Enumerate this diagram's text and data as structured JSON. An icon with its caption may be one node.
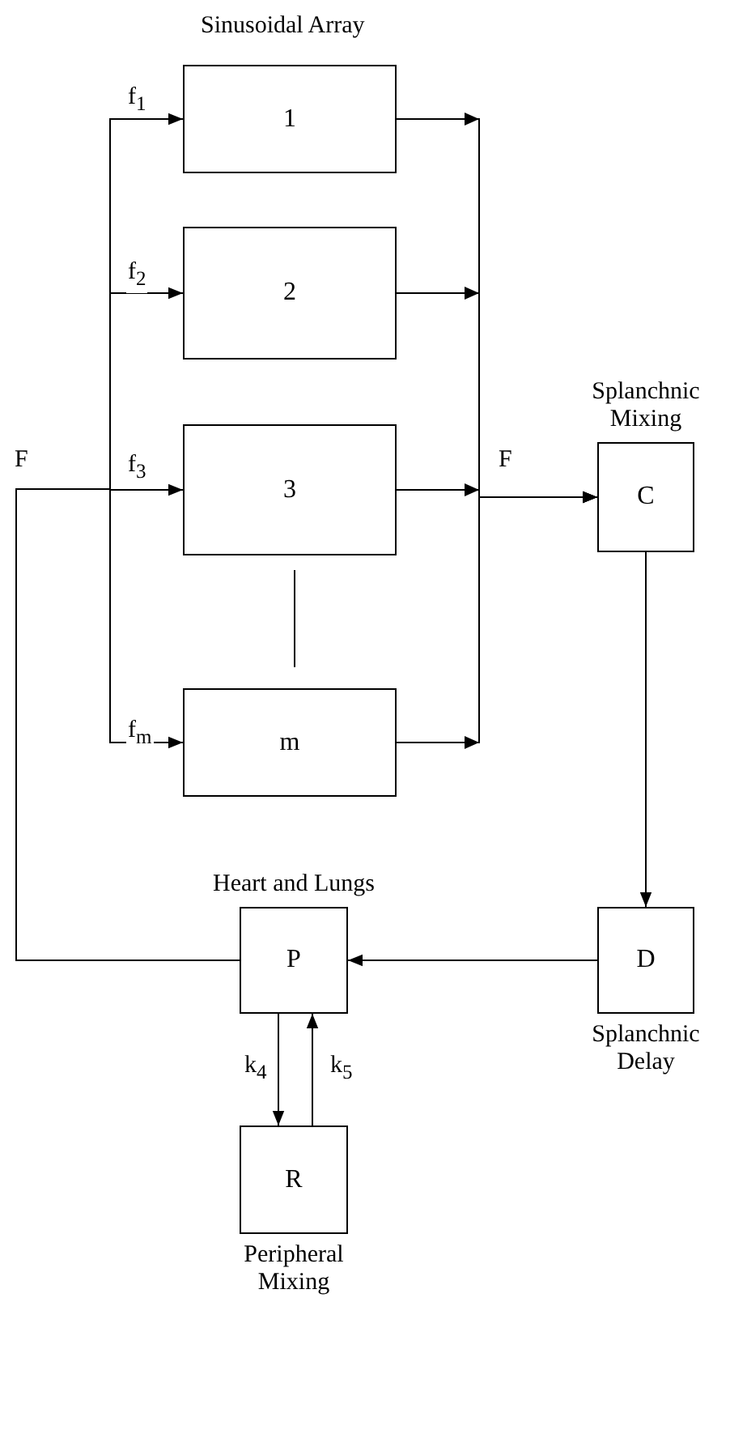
{
  "diagram": {
    "nodes": [
      {
        "text": [
          "1"
        ]
      },
      {
        "text": [
          "2"
        ]
      },
      {
        "text": [
          "3"
        ]
      },
      {
        "text": [
          "m"
        ]
      },
      {
        "text": [
          "Splanchnic Mixing",
          "C"
        ]
      },
      {
        "text": [
          "D",
          "Splanchnic Delay"
        ]
      },
      {
        "text": [
          "Heart and Lungs",
          "P"
        ]
      },
      {
        "text": [
          "R",
          "Peripheral Mixing"
        ]
      }
    ],
    "edges": [
      {
        "from": 6,
        "to": 0,
        "arrow": "to",
        "label": "f$_{1}$"
      },
      {
        "from": 6,
        "to": 1,
        "arrow": "to",
        "label": "f$_{2}$"
      },
      {
        "from": 6,
        "to": 2,
        "arrow": "to",
        "label": "f$_{3}$"
      },
      {
        "from": 6,
        "to": 3,
        "arrow": "to",
        "label": "f$_{m}$"
      },
      {
        "from": 0,
        "to": 4,
        "arrow": "to"
      },
      {
        "from": 1,
        "to": 4,
        "arrow": "to"
      },
      {
        "from": 2,
        "to": 4,
        "arrow": "to"
      },
      {
        "from": 3,
        "to": 4,
        "arrow": "to"
      },
      {
        "from": 4,
        "to": 5,
        "arrow": "to"
      },
      {
        "from": 5,
        "to": 6,
        "arrow": "to"
      },
      {
        "from": 6,
        "to": 7,
        "arrow": "to",
        "label": "k$_{4}$"
      },
      {
        "from": 7,
        "to": 6,
        "arrow": "to",
        "label": "k$_{5}$"
      }
    ],
    "labels": [
      "Sinusoidal Array",
      "F",
      "F"
    ]
  }
}
